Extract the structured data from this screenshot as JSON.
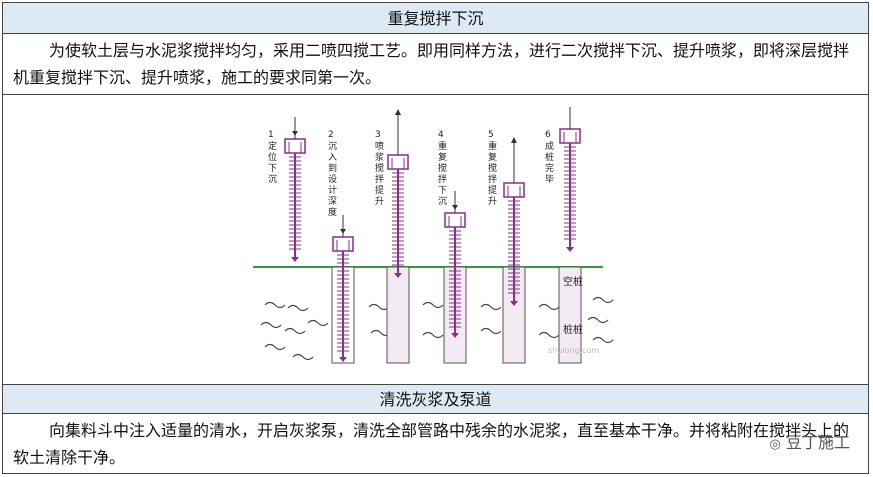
{
  "section1": {
    "title": "重复搅拌下沉",
    "body": "为使软土层与水泥浆搅拌均匀，采用二喷四搅工艺。即用同样方法，进行二次搅拌下沉、提升喷浆，即将深层搅拌机重复搅拌下沉、提升喷浆，施工的要求同第一次。"
  },
  "diagram": {
    "steps": [
      {
        "num": "1",
        "label": "定位下沉"
      },
      {
        "num": "2",
        "label": "沉入到设计深度"
      },
      {
        "num": "3",
        "label": "喷浆搅拌提升"
      },
      {
        "num": "4",
        "label": "重复搅拌下沉"
      },
      {
        "num": "5",
        "label": "重复搅拌提升"
      },
      {
        "num": "6",
        "label": "成桩完毕"
      }
    ],
    "pile_top_label": "空桩",
    "pile_bottom_label": "桩桩",
    "watermark": "shulong.com"
  },
  "section2": {
    "title": "清洗灰浆及泵道",
    "body": "向集料斗中注入适量的清水，开启灰浆泵，清洗全部管路中残余的水泥浆，直至基本干净。并将粘附在搅拌头上的软土清除干净。"
  },
  "brand": {
    "name": "豆丁施工",
    "icon": "wechat-icon"
  },
  "colors": {
    "header_bg": "#dde9f3",
    "ground_line": "#2e9b3c",
    "drill": "#8a2f8a"
  }
}
